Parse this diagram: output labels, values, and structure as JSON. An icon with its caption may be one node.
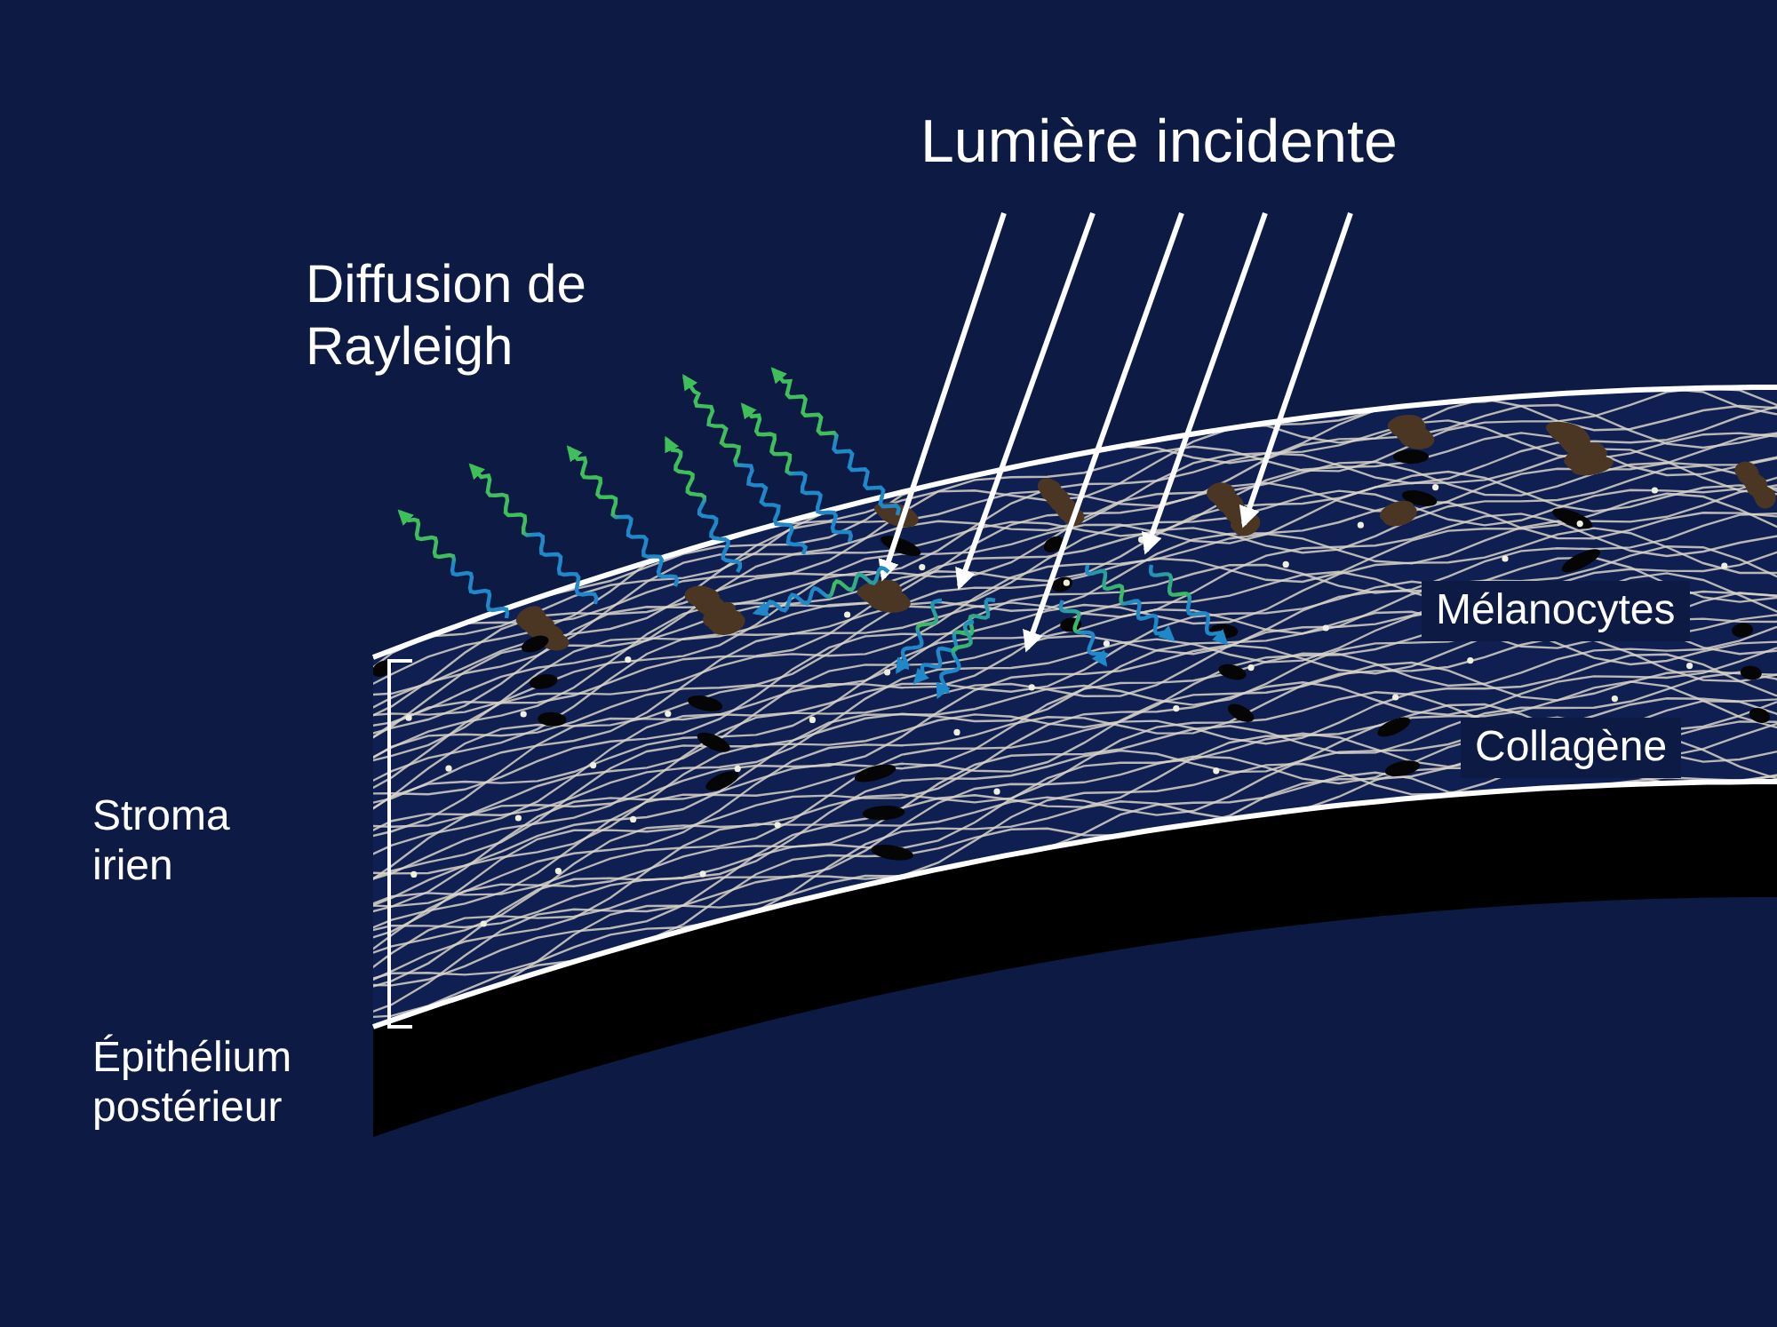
{
  "diagram": {
    "labels": [
      "Lumière incidente",
      "Diffusion de Rayleigh",
      "Mélanocytes",
      "Collagène",
      "Stroma irien",
      "Épithélium postérieur"
    ]
  }
}
